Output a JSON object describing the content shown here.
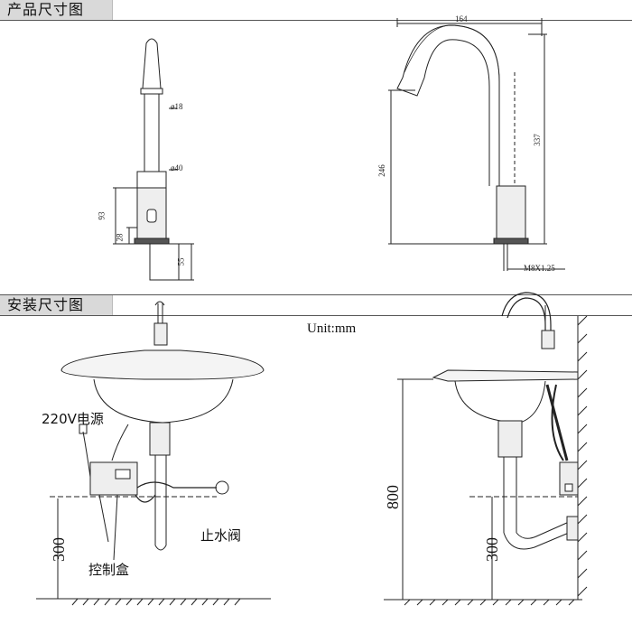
{
  "sections": {
    "product_title": "产品尺寸图",
    "install_title": "安装尺寸图"
  },
  "dims": {
    "d18": "ø18",
    "d40": "ø40",
    "h93": "93",
    "h28": "28",
    "h55": "55",
    "w164": "164",
    "h246": "246",
    "h337": "337",
    "thread": "M8X1.25"
  },
  "install": {
    "unit": "Unit:mm",
    "power": "220V电源",
    "valve": "止水阀",
    "control_box": "控制盒",
    "h300_left": "300",
    "h300_right": "300",
    "h800": "800"
  }
}
